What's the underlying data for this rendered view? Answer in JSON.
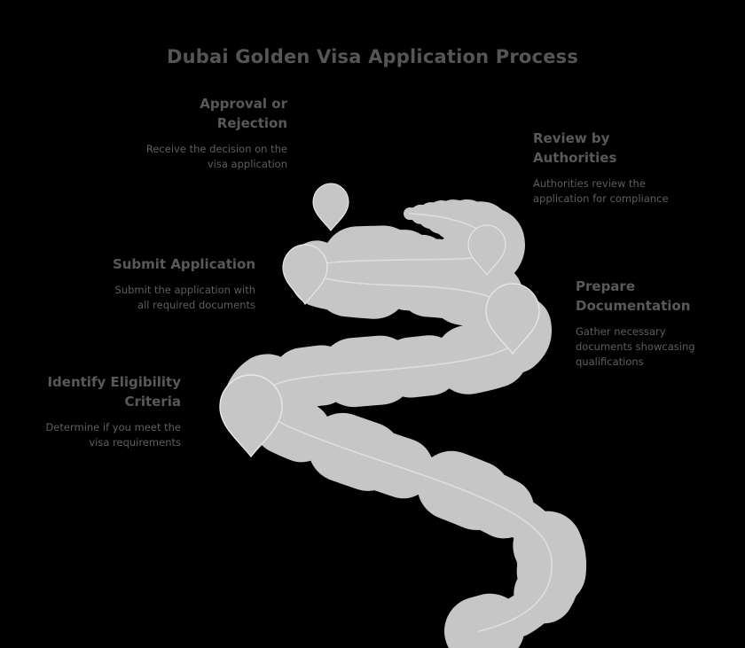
{
  "header": {
    "title": "Dubai Golden Visa Application Process"
  },
  "colors": {
    "background": "#000000",
    "road_fill": "#c6c6c6",
    "road_dash": "#e2e2e2",
    "road_edge": "#d2d2d2",
    "pin_fill": "#c6c6c6",
    "pin_outline": "#e8e8e8",
    "title_text": "#555555",
    "step_title_text": "#595959",
    "step_desc_text": "#5e5e5e"
  },
  "diagram": {
    "type": "winding-road-process",
    "marker_icon": "map-pin-icon",
    "step_count": 5,
    "order": "bottom-to-top"
  },
  "steps": [
    {
      "id": "identify-eligibility-criteria",
      "order": 1,
      "title": "Identify Eligibility\nCriteria",
      "title_lines": [
        "Identify Eligibility",
        "Criteria"
      ],
      "description": "Determine if you meet the visa requirements",
      "description_lines": [
        "Determine if you meet the",
        "visa requirements"
      ],
      "align": "right",
      "marker": "map-pin-icon"
    },
    {
      "id": "prepare-documentation",
      "order": 2,
      "title": "Prepare\nDocumentation",
      "title_lines": [
        "Prepare",
        "Documentation"
      ],
      "description": "Gather necessary documents showcasing qualifications",
      "description_lines": [
        "Gather necessary",
        "documents showcasing",
        "qualifications"
      ],
      "align": "left",
      "marker": "map-pin-icon"
    },
    {
      "id": "submit-application",
      "order": 3,
      "title": "Submit Application",
      "title_lines": [
        "Submit Application"
      ],
      "description": "Submit the application with all required documents",
      "description_lines": [
        "Submit the application with",
        "all required documents"
      ],
      "align": "right",
      "marker": "map-pin-icon"
    },
    {
      "id": "review-by-authorities",
      "order": 4,
      "title": "Review by\nAuthorities",
      "title_lines": [
        "Review by",
        "Authorities"
      ],
      "description": "Authorities review the application for compliance",
      "description_lines": [
        "Authorities review the",
        "application for compliance"
      ],
      "align": "left",
      "marker": "map-pin-icon"
    },
    {
      "id": "approval-or-rejection",
      "order": 5,
      "title": "Approval or\nRejection",
      "title_lines": [
        "Approval or",
        "Rejection"
      ],
      "description": "Receive the decision on the visa application",
      "description_lines": [
        "Receive the decision on the",
        "visa application"
      ],
      "align": "right",
      "marker": "map-pin-icon"
    }
  ]
}
